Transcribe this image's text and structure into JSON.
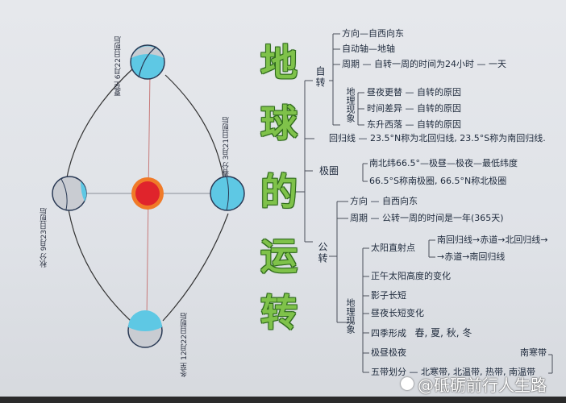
{
  "title": {
    "chars": [
      "地",
      "球",
      "的",
      "运",
      "转"
    ],
    "full": "地球的运转"
  },
  "orbit": {
    "summer": {
      "name": "夏至",
      "date": "6月22日前后"
    },
    "spring": {
      "name": "春分",
      "date": "3月21日前后"
    },
    "autumn": {
      "name": "秋分",
      "date": "9月23日前后"
    },
    "winter": {
      "name": "冬至",
      "date": "12月22日前后"
    },
    "sun": "sun"
  },
  "rotation": {
    "label": "自转",
    "direction": {
      "key": "方向",
      "value": "自西向东"
    },
    "axis": {
      "key": "自动轴",
      "value": "地轴"
    },
    "period": {
      "key": "周期",
      "value": "自转一周的时间为24小时",
      "tail": "一天"
    },
    "phenomena": {
      "label": "地理现象",
      "items": [
        {
          "key": "昼夜更替",
          "value": "自转的原因"
        },
        {
          "key": "时间差异",
          "value": "自转的原因"
        },
        {
          "key": "东升西落",
          "value": "自转的原因"
        }
      ]
    }
  },
  "tropic": {
    "key": "回归线",
    "value": "23.5°N称为北回归线, 23.5°S称为南回归线."
  },
  "polar": {
    "key": "极圈",
    "items": [
      "南北纬66.5°—极昼—极夜—最低纬度",
      "66.5°S称南极圈, 66.5°N称北极圈"
    ]
  },
  "revolution": {
    "label": "公转",
    "direction": {
      "key": "方向",
      "value": "自西向东"
    },
    "period": {
      "key": "周期",
      "value": "公转一周的时间是一年(365天)"
    },
    "phenomena": {
      "label": "地理现象",
      "direct_point": {
        "key": "太阳直射点",
        "line1": "南回归线→赤道→北回归线→",
        "line2": "→赤道→南回归线"
      },
      "items": [
        "正午太阳高度的变化",
        "影子长短",
        "昼夜长短变化",
        "四季形成",
        "极昼极夜",
        "五带划分"
      ],
      "seasons": "春, 夏, 秋, 冬",
      "zones": "北寒带, 北温带, 热带, 南温带",
      "zones_extra": "南寒带"
    }
  },
  "watermark": "@砥砺前行人生路",
  "colors": {
    "title_green": "#7fc24a",
    "ocean": "#5ec8e4",
    "sun_red": "#e0242c",
    "sun_orange": "#f07a28",
    "paper": "#e3e5e9"
  }
}
